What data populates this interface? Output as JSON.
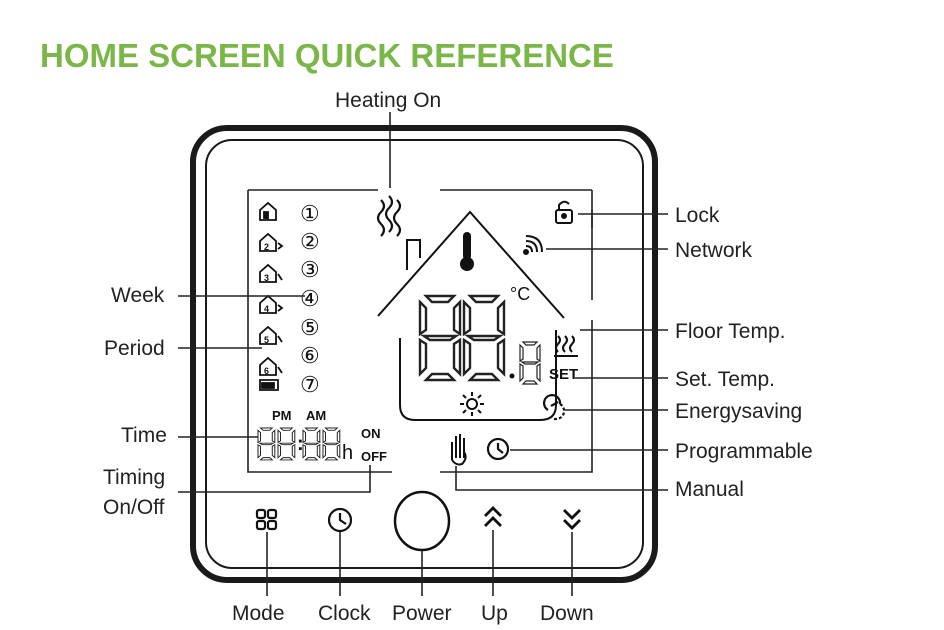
{
  "title": "HOME SCREEN QUICK REFERENCE",
  "colors": {
    "title": "#7ab648",
    "ink": "#1a1a1a"
  },
  "labels": {
    "heating_on": "Heating On",
    "lock": "Lock",
    "network": "Network",
    "week": "Week",
    "period": "Period",
    "floor_temp": "Floor Temp.",
    "set_temp": "Set. Temp.",
    "energysaving": "Energysaving",
    "time": "Time",
    "programmable": "Programmable",
    "timing_line1": "Timing",
    "timing_line2": "On/Off",
    "manual": "Manual",
    "mode": "Mode",
    "clock": "Clock",
    "power": "Power",
    "up": "Up",
    "down": "Down"
  },
  "lcd": {
    "week_days": [
      "①",
      "②",
      "③",
      "④",
      "⑤",
      "⑥",
      "⑦"
    ],
    "period_numbers": [
      "1",
      "2",
      "3",
      "4",
      "5",
      "6"
    ],
    "pm": "PM",
    "am": "AM",
    "on": "ON",
    "off": "OFF",
    "h": "h",
    "set": "SET",
    "celsius": "°C",
    "time_colon": ":"
  },
  "icons": [
    "lock-icon",
    "network-icon",
    "heating-on-icon",
    "thermometer-icon",
    "floor-heat-icon",
    "energysaving-icon",
    "sun-icon",
    "manual-hand-icon",
    "programmable-clock-icon",
    "mode-grid-icon",
    "clock-icon",
    "power-icon",
    "up-chevron-icon",
    "down-chevron-icon"
  ]
}
